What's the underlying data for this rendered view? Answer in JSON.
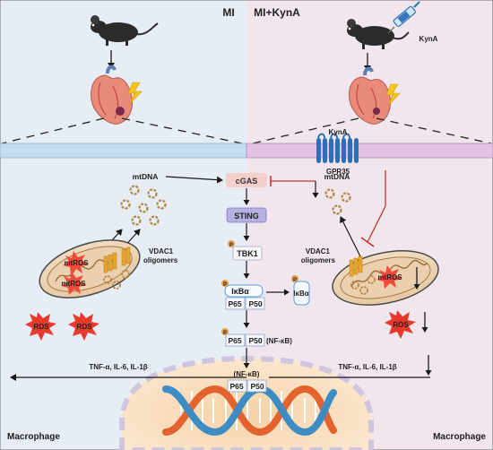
{
  "panels": {
    "left_title": "MI",
    "right_title": "MI+KynA",
    "left_cell_label": "Macrophage",
    "right_cell_label": "Macrophage"
  },
  "drug": {
    "label": "KynA"
  },
  "receptor": {
    "ligand_label": "KynA",
    "name": "GPR35"
  },
  "left_pathway": {
    "mtdna_label": "mtDNA",
    "vdac_label_line1": "VDAC1",
    "vdac_label_line2": "oligomers",
    "mtros_label": "mtROS",
    "ros_label": "ROS",
    "cytokines_label": "TNF-α, IL-6, IL-1β"
  },
  "right_pathway": {
    "mtdna_label": "mtDNA",
    "vdac_label_line1": "VDAC1",
    "vdac_label_line2": "oligomers",
    "mtros_label": "mtROS",
    "ros_label": "ROS",
    "cytokines_label": "TNF-α, IL-6, IL-1β"
  },
  "central_pathway": {
    "cgas": "cGAS",
    "sting": "STING",
    "phospho": "P",
    "tbk1": "TBK1",
    "ikba": "IκBα",
    "p65": "P65",
    "p50": "P50",
    "nfkb_label": "(NF-κB)",
    "nucleus_nfkb_label": "(NF-κB)"
  },
  "colors": {
    "left_bg": "#e6edf5",
    "right_bg": "#f1e6ee",
    "left_membrane": "#c5dcee",
    "right_membrane": "#e2c3e6",
    "cgas_box": "#f6cfcc",
    "sting_box": "#b5b1e0",
    "inhibition": "#c0392b",
    "gpr35": "#2f6fb3",
    "ros": "#e8392b",
    "dna_orange": "#e4622e",
    "dna_blue": "#3d8cc4"
  }
}
